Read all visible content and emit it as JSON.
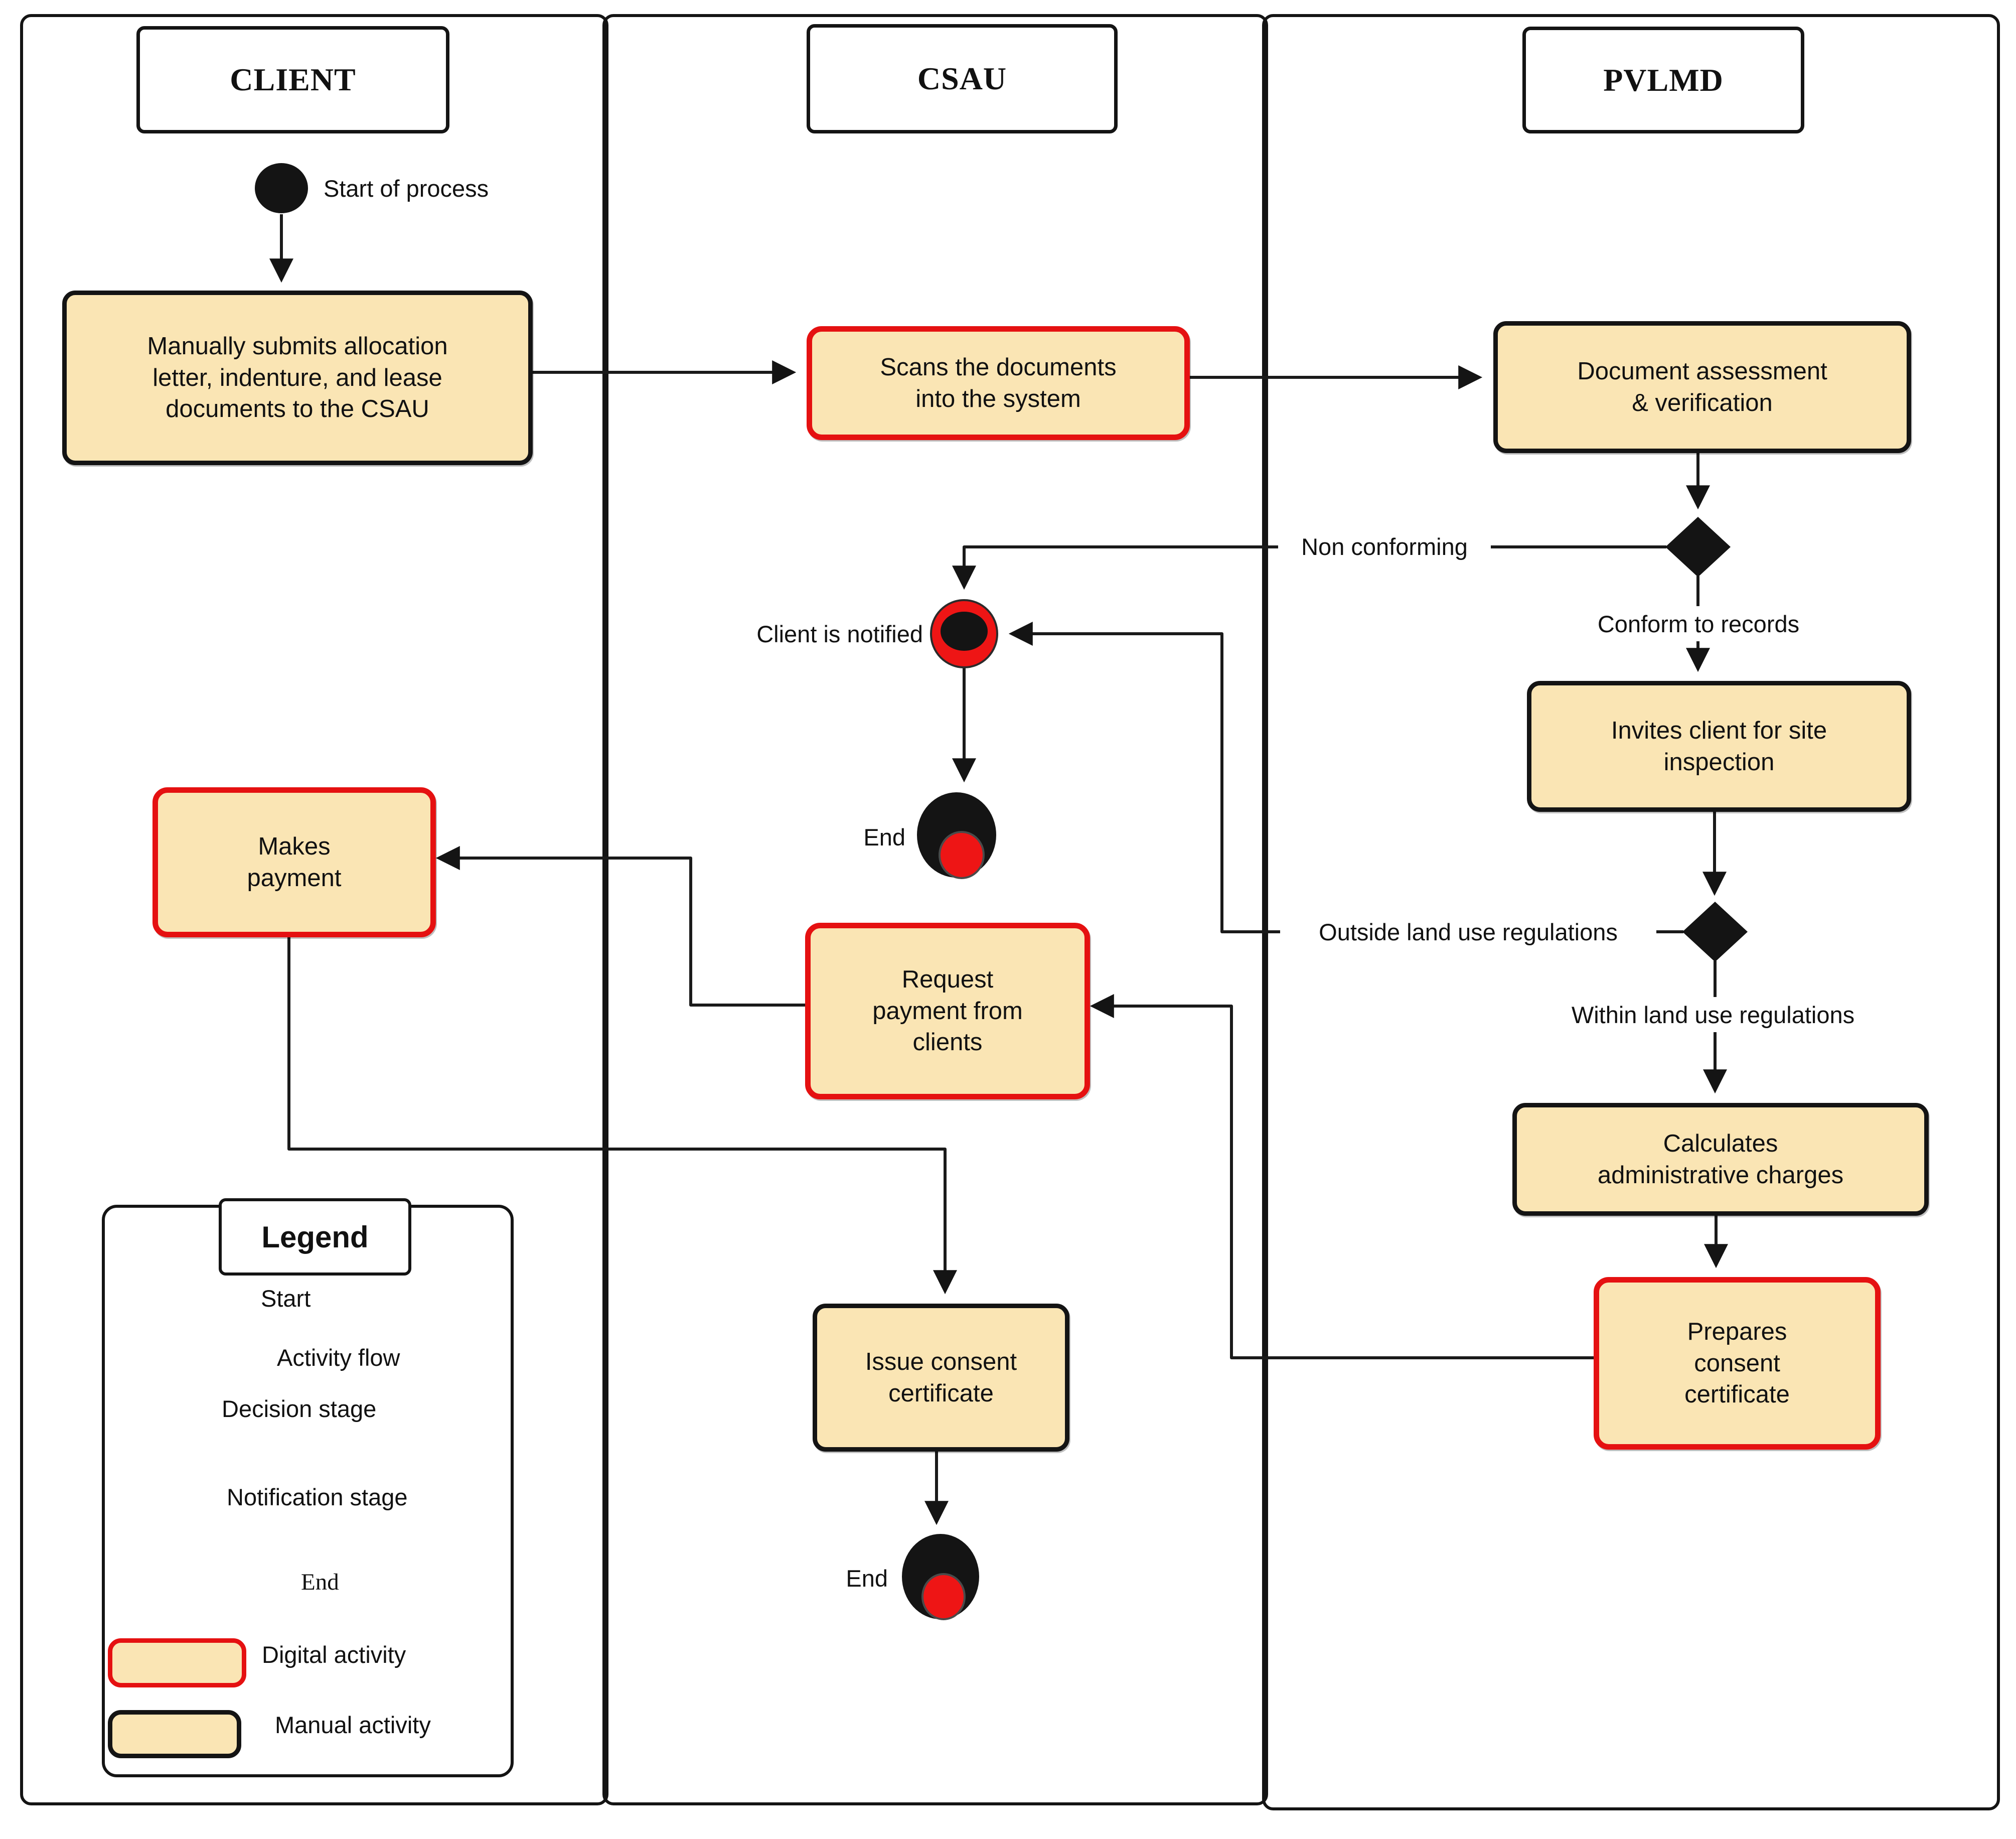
{
  "colors": {
    "activity_fill": "#fae5b4",
    "digital_border": "#e51111",
    "manual_border": "#141414",
    "notification_red": "#ee1515",
    "flow_line": "#1a1a1a"
  },
  "lanes": {
    "client": "CLIENT",
    "csau": "CSAU",
    "pvlmd": "PVLMD"
  },
  "nodes": {
    "start_label": "Start of process",
    "submit": "Manually submits allocation\nletter, indenture, and lease\ndocuments to the CSAU",
    "scan": "Scans the documents\ninto the system",
    "assess": "Document assessment\n& verification",
    "invites": "Invites client for site\ninspection",
    "calculates": "Calculates\nadministrative charges",
    "prepares": "Prepares\nconsent\ncertificate",
    "request": "Request\npayment from\nclients",
    "makes": "Makes\npayment",
    "issue": "Issue consent\ncertificate",
    "client_notified": "Client is notified",
    "end_notification": "End",
    "end_issue": "End"
  },
  "edge_labels": {
    "non_conforming": "Non conforming",
    "conform": "Conform to records",
    "outside": "Outside land use regulations",
    "within": "Within land use regulations"
  },
  "legend": {
    "title": "Legend",
    "items": [
      {
        "icon": "start-circle-icon",
        "label": "Start"
      },
      {
        "icon": "activity-flow-arrow-icon",
        "label": "Activity flow"
      },
      {
        "icon": "decision-diamond-icon",
        "label": "Decision stage"
      },
      {
        "icon": "notification-circle-icon",
        "label": "Notification stage"
      },
      {
        "icon": "end-circle-icon",
        "label": "End"
      },
      {
        "icon": "digital-activity-box-icon",
        "label": "Digital activity"
      },
      {
        "icon": "manual-activity-box-icon",
        "label": "Manual activity"
      }
    ]
  }
}
